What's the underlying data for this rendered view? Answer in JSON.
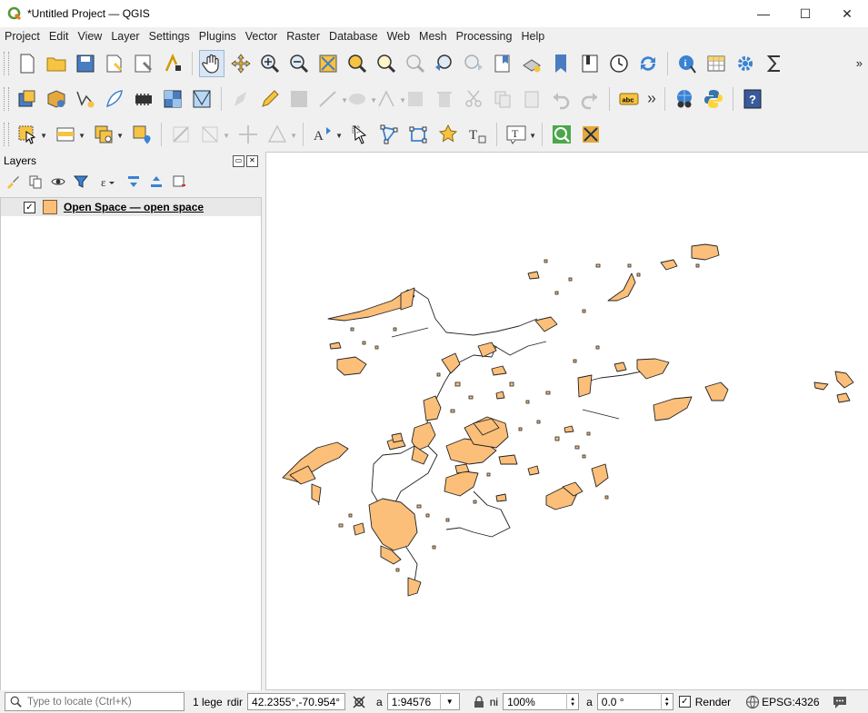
{
  "window": {
    "title": "*Untitled Project — QGIS",
    "minimize": "—",
    "maximize": "☐",
    "close": "✕"
  },
  "menu": [
    "Project",
    "Edit",
    "View",
    "Layer",
    "Settings",
    "Plugins",
    "Vector",
    "Raster",
    "Database",
    "Web",
    "Mesh",
    "Processing",
    "Help"
  ],
  "toolbar": {
    "overflow": "»"
  },
  "layers_panel": {
    "title": "Layers",
    "float_btn": "▭",
    "close_btn": "✕",
    "layer": {
      "checked": "✓",
      "name": "Open Space — open space",
      "color": "#fbbf7a"
    }
  },
  "status": {
    "locate_placeholder": "Type to locate (Ctrl+K)",
    "legend": "1 lege",
    "coord_label": "rdir",
    "coordinate": "42.2355°,-70.954°",
    "scale_label": "a",
    "scale": "1:94576",
    "magnifier_label": "ni",
    "magnifier": "100%",
    "rotation_label": "a",
    "rotation": "0.0 °",
    "render_checked": "✓",
    "render": "Render",
    "crs": "EPSG:4326"
  },
  "colors": {
    "fill": "#fbbf7a",
    "stroke": "#222222",
    "accent": "#f6c342"
  }
}
